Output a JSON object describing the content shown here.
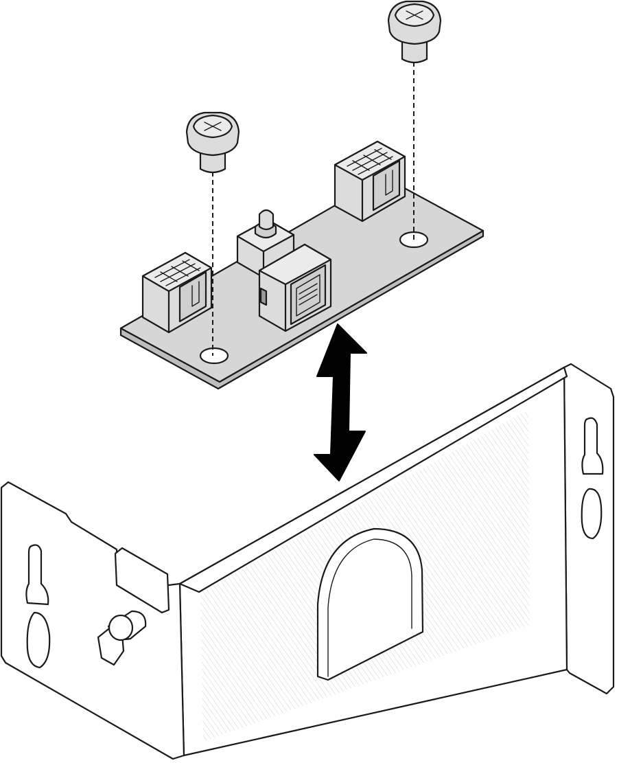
{
  "colors": {
    "outline": "#1a1a1a",
    "board": "#d6d6d6",
    "connector": "#dcdcdc",
    "bracket": "#ffffff",
    "hatch": "#c9c9c9",
    "arrow": "#000000"
  },
  "icons": {
    "screw": "screw-icon",
    "arrow": "double-arrow-icon"
  },
  "chart_data": {
    "type": "diagram",
    "components": [
      "screw",
      "screw",
      "circuit-board",
      "bracket",
      "double-arrow"
    ]
  }
}
